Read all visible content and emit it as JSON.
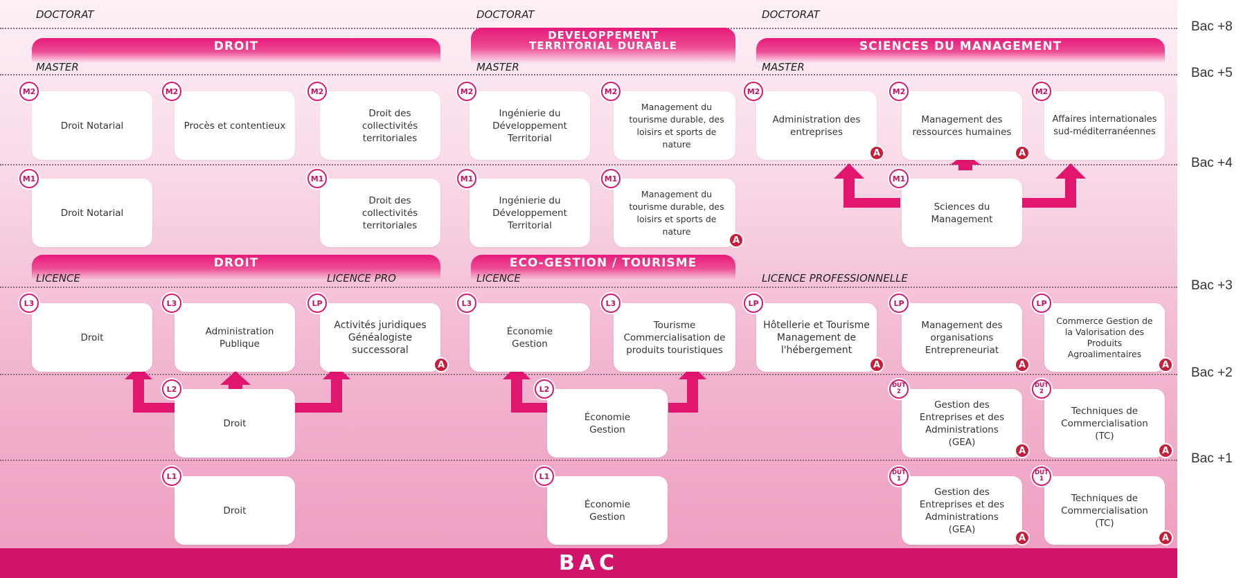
{
  "levels": {
    "bac8": "Bac +8",
    "bac5": "Bac +5",
    "bac4": "Bac +4",
    "bac3": "Bac +3",
    "bac2": "Bac +2",
    "bac1": "Bac +1",
    "bac": "BAC"
  },
  "doctorat": "DOCTORAT",
  "master": "MASTER",
  "licence": "LICENCE",
  "licence_pro": "LICENCE PRO",
  "licence_professionnelle": "LICENCE PROFESSIONNELLE",
  "bands": {
    "droit_master": "DROIT",
    "dev_line1": "DEVELOPPEMENT",
    "dev_line2": "TERRITORIAL DURABLE",
    "sci_mgmt": "SCIENCES DU MANAGEMENT",
    "droit_licence": "DROIT",
    "eco_gestion": "ECO-GESTION / TOURISME"
  },
  "badges": {
    "m2": "M2",
    "m1": "M1",
    "l3": "L3",
    "l2": "L2",
    "l1": "L1",
    "lp": "LP",
    "dut2": "DUT 2",
    "dut1": "DUT 1",
    "a": "A"
  },
  "boxes": {
    "m2_droit_notarial": "Droit Notarial",
    "m2_proces": "Procès et contentieux",
    "m2_droit_collectivites": "Droit des collectivités territoriales",
    "m2_ingenierie": "Ingénierie du Développement Territorial",
    "m2_management_tourisme": "Management du tourisme durable, des loisirs et sports de nature",
    "m2_admin_entreprises": "Administration des entreprises",
    "m2_management_rh": "Management des ressources humaines",
    "m2_affaires_intl": "Affaires internationales sud-méditerranéennes",
    "m1_droit_notarial": "Droit Notarial",
    "m1_droit_collectivites": "Droit des collectivités territoriales",
    "m1_ingenierie": "Ingénierie du Développement Territorial",
    "m1_management_tourisme": "Management du tourisme durable, des loisirs et sports de nature",
    "m1_sciences_management": "Sciences du Management",
    "l3_droit": "Droit",
    "l3_admin_publique": "Administration Publique",
    "lp_activites_juridiques": "Activités juridiques Généalogiste successoral",
    "l3_economie_gestion": "Économie Gestion",
    "l3_tourisme_commercialisation": "Tourisme Commercialisation de produits touristiques",
    "lp_hotellerie": "Hôtellerie et Tourisme Management de l'hébergement",
    "lp_management_organisations": "Management des organisations Entrepreneuriat",
    "lp_commerce_gestion": "Commerce Gestion de la Valorisation des Produits Agroalimentaires",
    "l2_droit": "Droit",
    "l2_economie_gestion": "Économie Gestion",
    "dut2_gea": "Gestion des Entreprises et des Administrations (GEA)",
    "dut2_tc": "Techniques de Commercialisation (TC)",
    "l1_droit": "Droit",
    "l1_economie_gestion": "Économie Gestion",
    "dut1_gea": "Gestion des Entreprises et des Administrations (GEA)",
    "dut1_tc": "Techniques de Commercialisation (TC)"
  },
  "colors": {
    "accent": "#d1136c",
    "arrow": "#e0166f",
    "badge_border": "#d9166f",
    "a_mark": "#c81d3a"
  }
}
